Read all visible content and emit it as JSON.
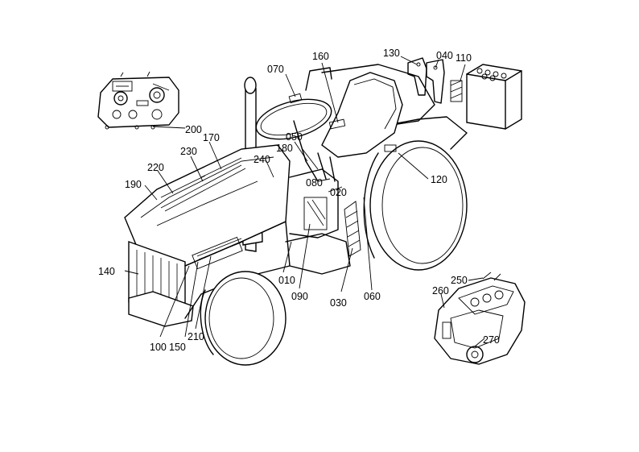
{
  "diagram": {
    "callouts": [
      {
        "id": "070",
        "label": "070"
      },
      {
        "id": "160",
        "label": "160"
      },
      {
        "id": "130",
        "label": "130"
      },
      {
        "id": "040",
        "label": "040"
      },
      {
        "id": "110",
        "label": "110"
      },
      {
        "id": "200",
        "label": "200"
      },
      {
        "id": "170",
        "label": "170"
      },
      {
        "id": "230",
        "label": "230"
      },
      {
        "id": "050",
        "label": "050"
      },
      {
        "id": "180",
        "label": "180"
      },
      {
        "id": "240",
        "label": "240"
      },
      {
        "id": "220",
        "label": "220"
      },
      {
        "id": "190",
        "label": "190"
      },
      {
        "id": "120",
        "label": "120"
      },
      {
        "id": "080",
        "label": "080"
      },
      {
        "id": "020",
        "label": "020"
      },
      {
        "id": "140",
        "label": "140"
      },
      {
        "id": "010",
        "label": "010"
      },
      {
        "id": "090",
        "label": "090"
      },
      {
        "id": "030",
        "label": "030"
      },
      {
        "id": "060",
        "label": "060"
      },
      {
        "id": "250",
        "label": "250"
      },
      {
        "id": "260",
        "label": "260"
      },
      {
        "id": "210",
        "label": "210"
      },
      {
        "id": "100",
        "label": "100"
      },
      {
        "id": "150",
        "label": "150"
      },
      {
        "id": "270",
        "label": "270"
      }
    ]
  }
}
